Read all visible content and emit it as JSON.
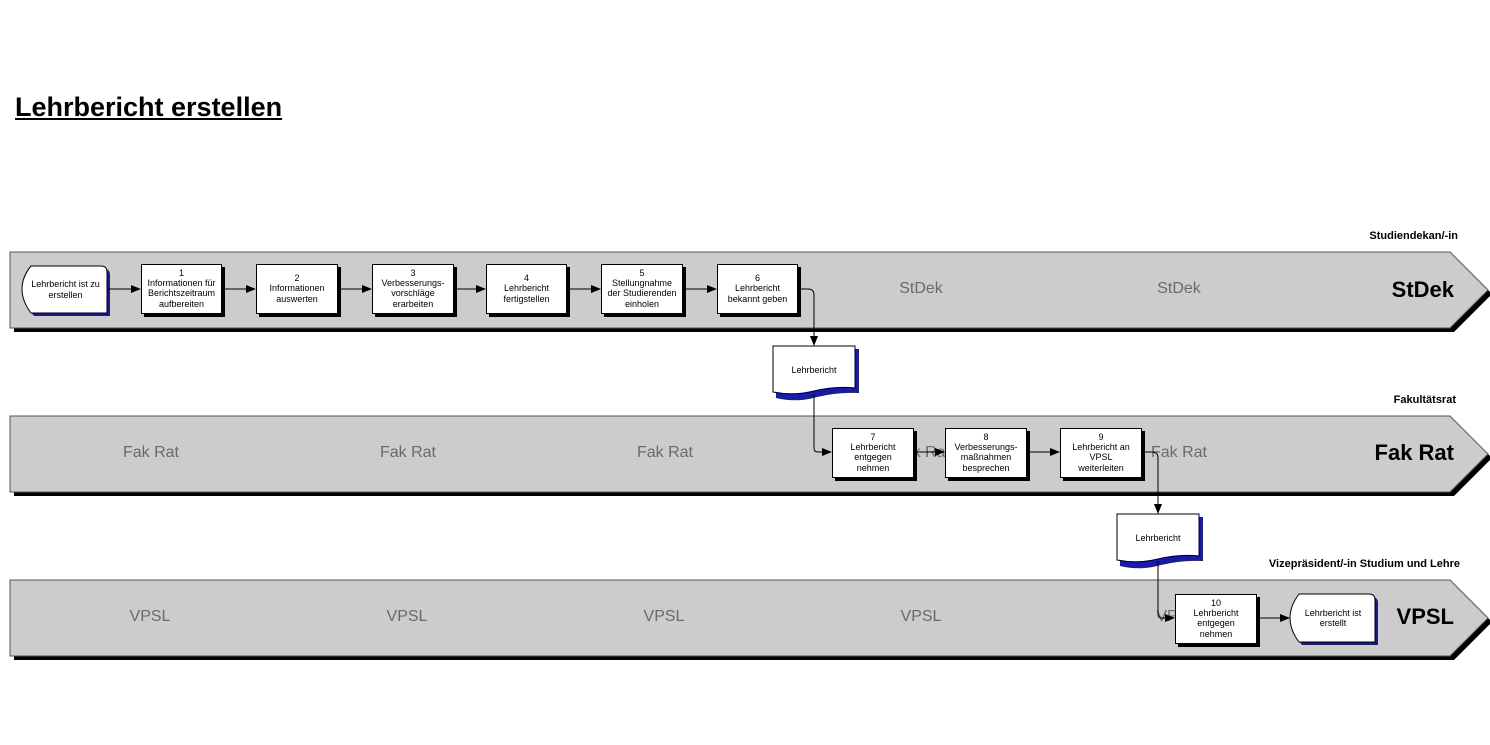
{
  "title": "Lehrbericht erstellen",
  "lanes": [
    {
      "role": "Studiendekan/-in",
      "abbr": "StDek",
      "watermarks": [
        "StDek",
        "StDek"
      ]
    },
    {
      "role": "Fakultätsrat",
      "abbr": "Fak Rat",
      "watermarks": [
        "Fak Rat",
        "Fak Rat",
        "Fak Rat",
        "Fak Rat",
        "Fak Rat"
      ]
    },
    {
      "role": "Vizepräsident/-in Studium und Lehre",
      "abbr": "VPSL",
      "watermarks": [
        "VPSL",
        "VPSL",
        "VPSL",
        "VPSL",
        "VP"
      ]
    }
  ],
  "start_event": "Lehrbericht ist zu\nerstellen",
  "end_event": "Lehrbericht ist\nerstellt",
  "steps": [
    {
      "num": "1",
      "label": "Informationen für\nBerichtszeitraum\naufbereiten"
    },
    {
      "num": "2",
      "label": "Informationen\nauswerten"
    },
    {
      "num": "3",
      "label": "Verbesserungs-\nvorschläge\nerarbeiten"
    },
    {
      "num": "4",
      "label": "Lehrbericht\nfertigstellen"
    },
    {
      "num": "5",
      "label": "Stellungnahme\nder Studierenden\neinholen"
    },
    {
      "num": "6",
      "label": "Lehrbericht\nbekannt geben"
    },
    {
      "num": "7",
      "label": "Lehrbericht\nentgegen\nnehmen"
    },
    {
      "num": "8",
      "label": "Verbesserungs-\nmaßnahmen\nbesprechen"
    },
    {
      "num": "9",
      "label": "Lehrbericht an\nVPSL\nweiterleiten"
    },
    {
      "num": "10",
      "label": "Lehrbericht\nentgegen\nnehmen"
    }
  ],
  "documents": [
    {
      "label": "Lehrbericht"
    },
    {
      "label": "Lehrbericht"
    }
  ],
  "colors": {
    "lane_fill": "#cccccc",
    "lane_shadow": "#000000",
    "watermark_text": "#6a6a6a",
    "document_wave": "#1a1aaa",
    "event_edge": "#1a1a80"
  }
}
